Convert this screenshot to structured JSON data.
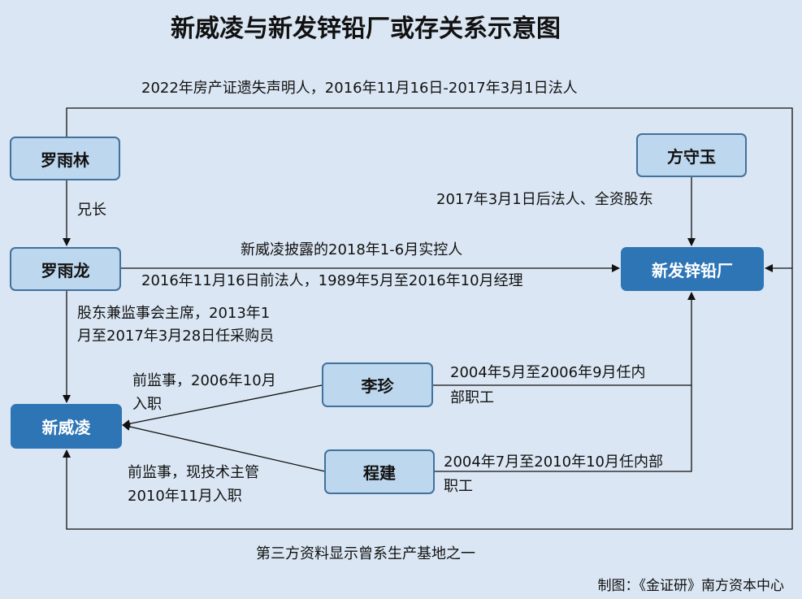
{
  "title": "新威凌与新发锌铅厂或存关系示意图",
  "nodes": {
    "luoyulin": "罗雨林",
    "luoyulong": "罗雨龙",
    "xinweiling": "新威凌",
    "fangshouyu": "方守玉",
    "xinfa": "新发锌铅厂",
    "lizhen": "李珍",
    "chengjian": "程建"
  },
  "edges": {
    "top_loop": "2022年房产证遗失声明人，2016年11月16日-2017年3月1日法人",
    "brother": "兄长",
    "fang_to_xinfa": "2017年3月1日后法人、全资股东",
    "luo_to_xinfa_above": "新威凌披露的2018年1-6月实控人",
    "luo_to_xinfa_below": "2016年11月16日前法人，1989年5月至2016年10月经理",
    "luo_to_xinweiling_1": "股东兼监事会主席，2013年1",
    "luo_to_xinweiling_2": "月至2017年3月28日任采购员",
    "lizhen_to_xinweiling_1": "前监事，2006年10月",
    "lizhen_to_xinweiling_2": "入职",
    "lizhen_to_xinfa_1": "2004年5月至2006年9月任内",
    "lizhen_to_xinfa_2": "部职工",
    "cheng_to_xinweiling_1": "前监事，现技术主管",
    "cheng_to_xinweiling_2": "2010年11月入职",
    "cheng_to_xinfa_1": "2004年7月至2010年10月任内部",
    "cheng_to_xinfa_2": "职工",
    "bottom_loop": "第三方资料显示曾系生产基地之一"
  },
  "credit": "制图：《金证研》南方资本中心",
  "colors": {
    "background": "#dae6f3",
    "light_node_fill": "#bdd7ee",
    "light_node_border": "#41719c",
    "dark_node_fill": "#2e75b6",
    "line": "#111111"
  }
}
